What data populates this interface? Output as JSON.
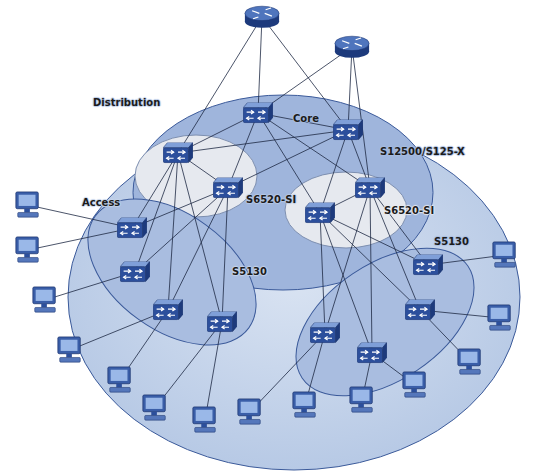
{
  "diagram": {
    "nodes": [
      {
        "text": [
          "Core",
          "S12500/S125-X"
        ]
      },
      {
        "text": [
          "Distribution",
          "S6520-SI"
        ],
        "in": 0
      },
      {
        "text": [
          "S6520-SI"
        ],
        "in": 0
      },
      {
        "text": [
          "Access",
          "S5130"
        ]
      },
      {
        "text": [
          "S5130"
        ]
      }
    ]
  }
}
